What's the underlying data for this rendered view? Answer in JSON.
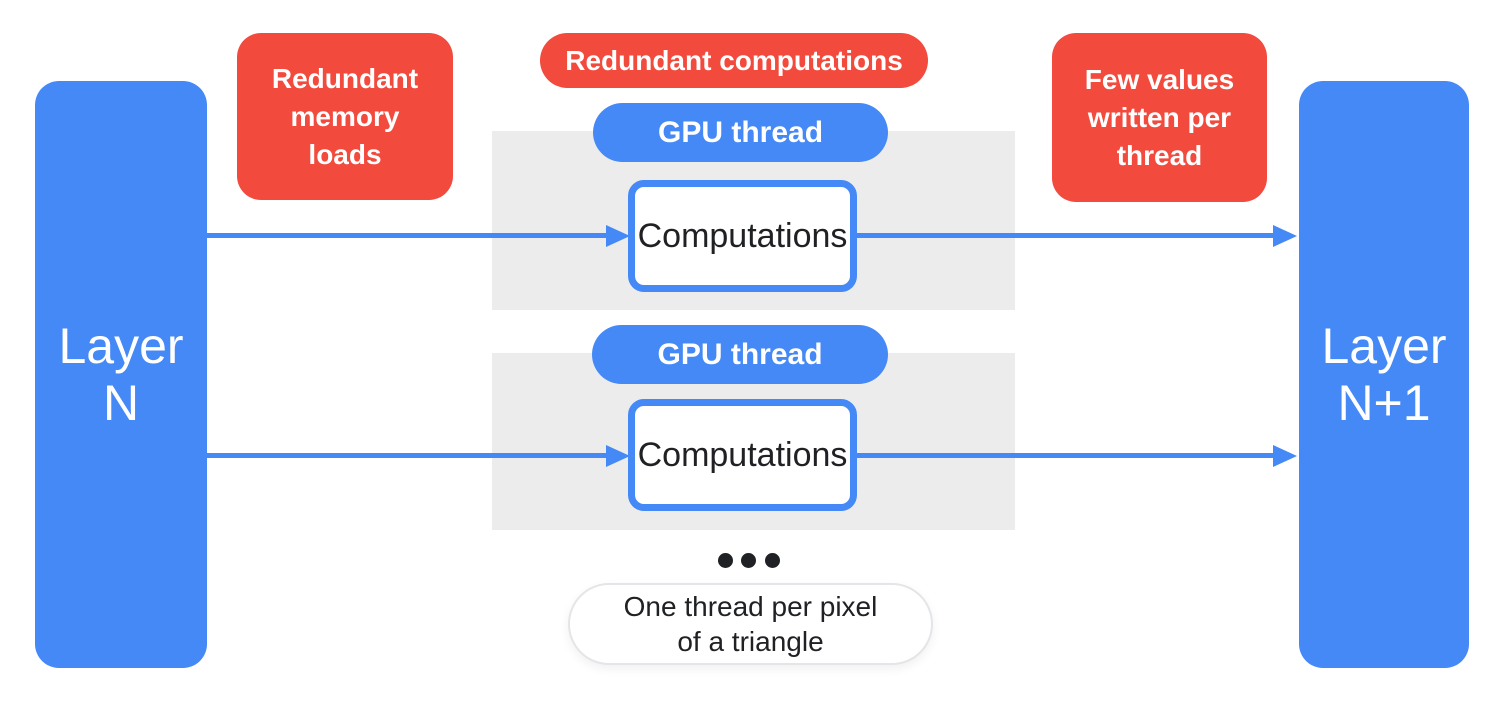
{
  "colors": {
    "blue": "#4589F7",
    "red": "#F24A3D",
    "gray_box": "#ECECEC",
    "text_dark": "#202124",
    "caption_border": "#E3E5E8",
    "background": "#FFFFFF"
  },
  "layer_left": {
    "line1": "Layer",
    "line2": "N"
  },
  "layer_right": {
    "line1": "Layer",
    "line2": "N+1"
  },
  "badges": {
    "memory": "Redundant memory loads",
    "compute": "Redundant computations",
    "writes": "Few values written per thread"
  },
  "threads": [
    {
      "pill": "GPU thread",
      "box": "Computations"
    },
    {
      "pill": "GPU thread",
      "box": "Computations"
    }
  ],
  "caption": {
    "line1": "One thread per pixel",
    "line2": "of a triangle"
  }
}
